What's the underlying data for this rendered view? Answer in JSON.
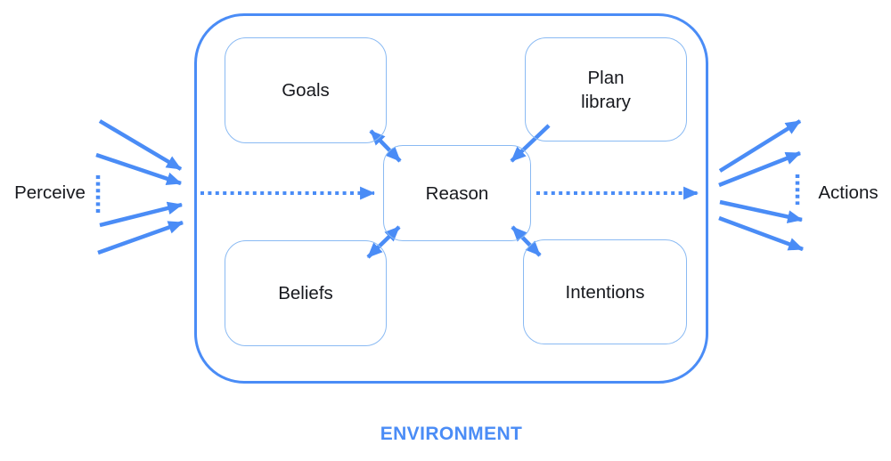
{
  "diagram": {
    "environment_label": "ENVIRONMENT",
    "perceive_label": "Perceive",
    "actions_label": "Actions",
    "nodes": {
      "goals": "Goals",
      "plan_library": [
        "Plan",
        "library"
      ],
      "reason": "Reason",
      "beliefs": "Beliefs",
      "intentions": "Intentions"
    },
    "colors": {
      "accent": "#4a8cf6",
      "node_border": "#8abaf3",
      "text": "#17191e"
    },
    "input_arrows_count": 4,
    "output_arrows_count": 4,
    "connections": [
      {
        "from": "Perceive",
        "to": "Reason",
        "style": "dotted-arrow"
      },
      {
        "from": "Reason",
        "to": "Actions",
        "style": "dotted-arrow"
      },
      {
        "from": "Goals",
        "to": "Reason",
        "style": "bidirectional-arrow"
      },
      {
        "from": "Plan library",
        "to": "Reason",
        "style": "arrow"
      },
      {
        "from": "Beliefs",
        "to": "Reason",
        "style": "bidirectional-arrow"
      },
      {
        "from": "Intentions",
        "to": "Reason",
        "style": "bidirectional-arrow"
      }
    ]
  }
}
